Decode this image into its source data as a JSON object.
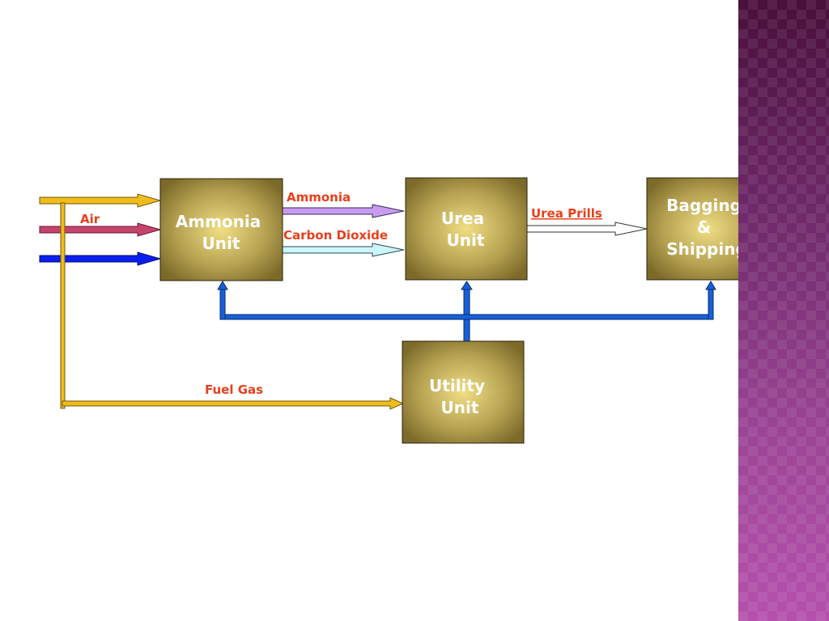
{
  "diagram": {
    "units": {
      "ammonia": [
        "Ammonia",
        "Unit"
      ],
      "urea": [
        "Urea",
        "Unit"
      ],
      "bagging": [
        "Bagging",
        "&",
        "Shipping"
      ],
      "utility": [
        "Utility",
        "Unit"
      ]
    },
    "flow_labels": {
      "air": "Air",
      "ammonia": "Ammonia",
      "carbon_dioxide": "Carbon Dioxide",
      "urea_prills": "Urea Prills",
      "fuel_gas": "Fuel Gas"
    }
  },
  "colors": {
    "box_fill": "#8c7a34",
    "box_glow": "#f0de84",
    "label_text": "#e8401c",
    "yellow_feed": "#f2bc1a",
    "air_feed": "#c4446c",
    "blue_feed": "#0a1ef0",
    "ammonia_flow": "#c79cf0",
    "co2_flow": "#ccf6fa",
    "utility_lines": "#1560d8",
    "side_band": "#8a3a86"
  }
}
